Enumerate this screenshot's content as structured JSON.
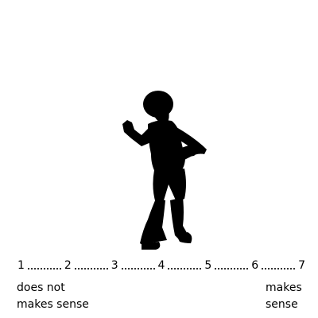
{
  "figure": {
    "icon": "dancing-person-silhouette-icon",
    "fill_color": "#000000"
  },
  "scale": {
    "points": [
      "1",
      "2",
      "3",
      "4",
      "5",
      "6",
      "7"
    ],
    "left_anchor": [
      "does not",
      "makes sense"
    ],
    "right_anchor": [
      "makes",
      "sense"
    ]
  }
}
